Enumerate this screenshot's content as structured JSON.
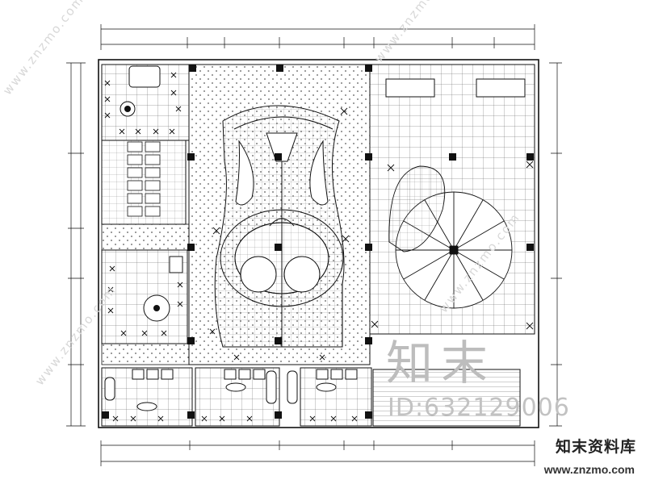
{
  "watermarks": {
    "diagonal": "www.znzmo.com",
    "zhimo": "知末",
    "id": "ID:632129006",
    "brand_name": "知末资料库",
    "brand_url": "www.znzmo.com"
  },
  "colors": {
    "line": "#1a1a1a",
    "background": "#ffffff",
    "watermark": "#c9c9c9"
  },
  "icons": [
    "plant-icon",
    "toilet-icon",
    "column-icon",
    "round-table-icon",
    "spiral-stair-icon"
  ]
}
